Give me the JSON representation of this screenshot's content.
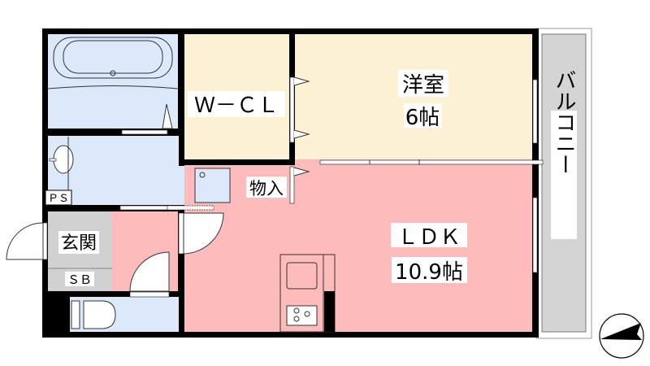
{
  "plan": {
    "rooms": {
      "western": {
        "name": "洋室",
        "size": "6帖"
      },
      "ldk": {
        "name": "ＬＤＫ",
        "size": "10.9帖"
      },
      "wcl": {
        "name": "Ｗ－ＣＬ"
      },
      "storage": {
        "name": "物入"
      },
      "entrance": {
        "name": "玄関"
      },
      "shoebox": {
        "name": "ＳＢ"
      },
      "pipe_space": {
        "name": "ＰＳ"
      },
      "balcony": {
        "name": "バルコニー"
      }
    },
    "compass_icon": "north-arrow-icon"
  },
  "colors": {
    "wet_area": "#dbe9fb",
    "bedroom": "#fdf1d3",
    "living": "#fdbbbb",
    "entrance": "#d1d1d1",
    "balcony": "#d4d4d4",
    "wall": "#000000"
  }
}
